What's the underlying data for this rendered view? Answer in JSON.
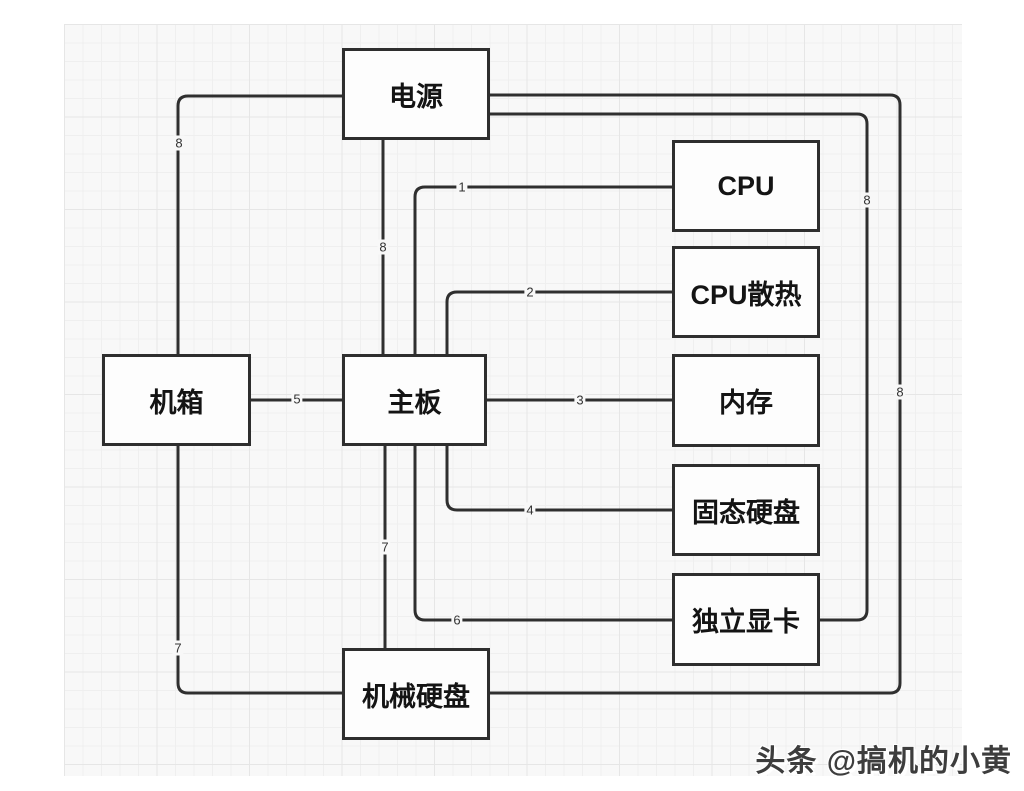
{
  "diagram": {
    "nodes": [
      {
        "id": "power",
        "label": "电源"
      },
      {
        "id": "cpu",
        "label": "CPU"
      },
      {
        "id": "cpu_cooler",
        "label": "CPU散热"
      },
      {
        "id": "case",
        "label": "机箱"
      },
      {
        "id": "motherboard",
        "label": "主板"
      },
      {
        "id": "memory",
        "label": "内存"
      },
      {
        "id": "ssd",
        "label": "固态硬盘"
      },
      {
        "id": "gpu",
        "label": "独立显卡"
      },
      {
        "id": "hdd",
        "label": "机械硬盘"
      }
    ],
    "connections": [
      {
        "from": "主板",
        "to": "CPU",
        "label": "1"
      },
      {
        "from": "主板",
        "to": "CPU散热",
        "label": "2"
      },
      {
        "from": "主板",
        "to": "内存",
        "label": "3"
      },
      {
        "from": "主板",
        "to": "固态硬盘",
        "label": "4"
      },
      {
        "from": "机箱",
        "to": "主板",
        "label": "5"
      },
      {
        "from": "主板",
        "to": "独立显卡",
        "label": "6"
      },
      {
        "from": "主板",
        "to": "机械硬盘",
        "label": "7"
      },
      {
        "from": "机箱",
        "to": "机械硬盘",
        "label": "7"
      },
      {
        "from": "电源",
        "to": "机箱",
        "label": "8"
      },
      {
        "from": "电源",
        "to": "主板",
        "label": "8"
      },
      {
        "from": "电源",
        "to": "独立显卡",
        "label": "8"
      },
      {
        "from": "电源",
        "to": "机械硬盘",
        "label": "8"
      }
    ]
  },
  "watermark": {
    "text": "头条 @搞机的小黄"
  },
  "colors": {
    "line": "#2f2f2f",
    "box_border": "#2e2e2e",
    "box_fill": "#fdfdfd",
    "grid_background": "#f8f8f8",
    "grid_line": "#e6e6e6",
    "watermark_text": "#3d3d3d"
  }
}
